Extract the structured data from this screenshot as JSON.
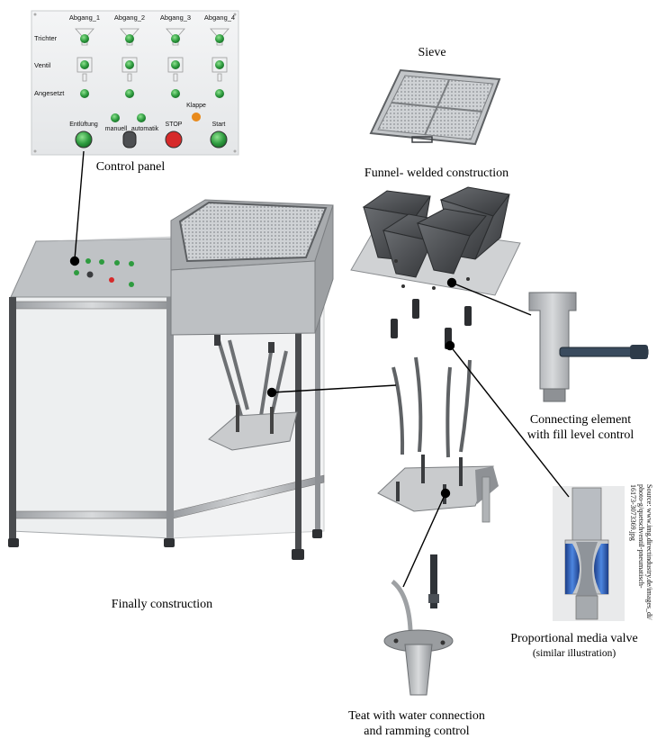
{
  "control_panel": {
    "columns": [
      "Abgang_1",
      "Abgang_2",
      "Abgang_3",
      "Abgang_4"
    ],
    "rows": [
      "Trichter",
      "Ventil",
      "Angesetzt"
    ],
    "buttons": [
      "Entlüftung",
      "manuell",
      "automatik",
      "STOP",
      "Klappe",
      "Start"
    ]
  },
  "labels": {
    "sieve": "Sieve",
    "funnel": "Funnel- welded construction",
    "control_panel": "Control panel",
    "connecting_line1": "Connecting element",
    "connecting_line2": "with fill level control",
    "finally": "Finally construction",
    "valve_title": "Proportional media valve",
    "valve_sub": "(similar illustration)",
    "teat_line1": "Teat with water connection",
    "teat_line2": "and ramming control"
  },
  "source": {
    "line1": "Source: www.img.directindustry.de/images_di/",
    "line2": "photo-g/quetschventil-pneumatisch-",
    "line3": "16173-3073369.jpg"
  },
  "colors": {
    "green_lamp": "#3aa84a",
    "stop_red": "#d62a2a",
    "klappe_orange": "#e88a1c",
    "frame_gray": "#b9bcbf",
    "funnel_dark": "#4a4c4f",
    "valve_blue": "#2f62b8"
  }
}
